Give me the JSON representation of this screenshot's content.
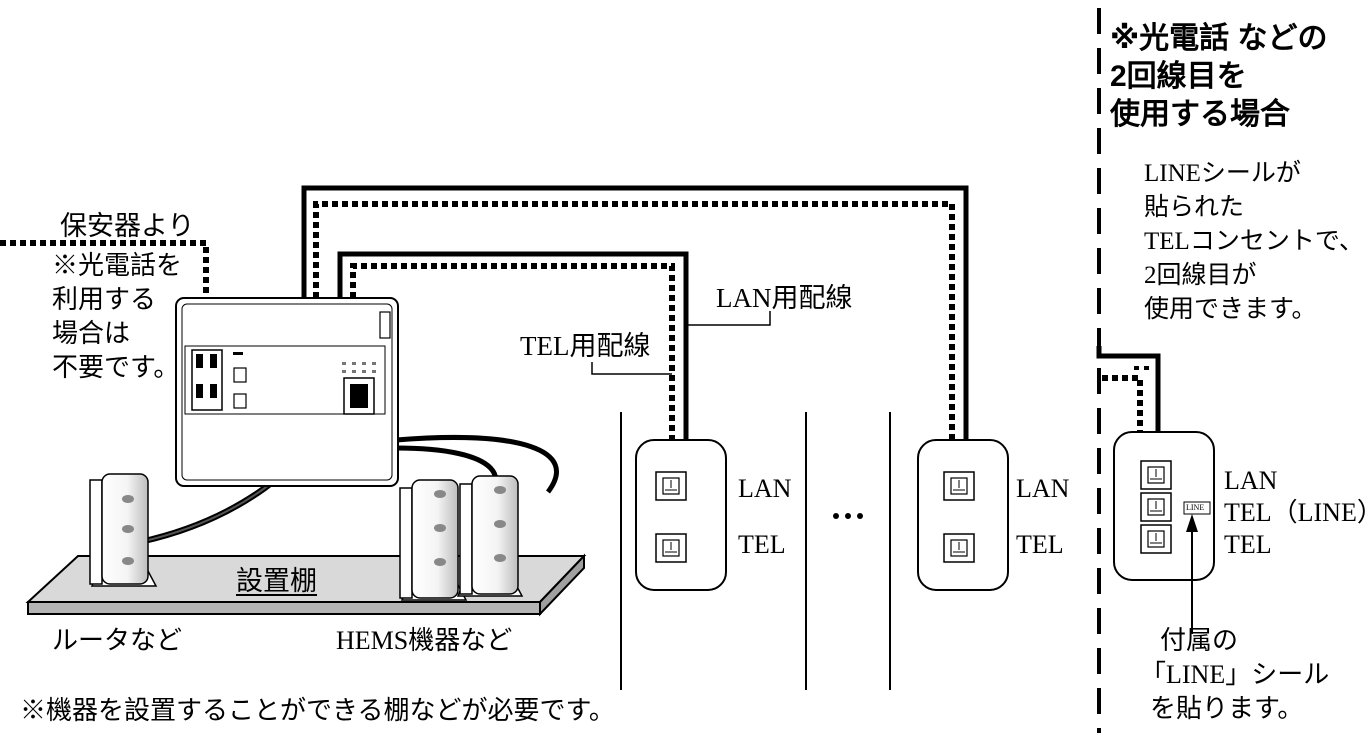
{
  "labels": {
    "from_protector": "保安器より",
    "note_hikari_lines": [
      "※光電話を",
      "利用する",
      "場合は",
      "不要です。"
    ],
    "lan_wiring": "LAN用配線",
    "tel_wiring": "TEL用配線",
    "lan": "LAN",
    "tel": "TEL",
    "tel_line": "TEL（LINE）",
    "line_sticker": "LINE",
    "shelf": "設置棚",
    "router": "ルータなど",
    "hems": "HEMS機器など",
    "shelf_note": "※機器を設置することができる棚などが必要です。",
    "heading_lines": [
      "※光電話 などの",
      "2回線目を",
      "使用する場合"
    ],
    "sticker_note_lines": [
      "LINEシールが",
      "貼られた",
      "TELコンセントで、",
      "2回線目が",
      "使用できます。"
    ],
    "attach_note_lines": [
      "付属の",
      "「LINE」シール",
      "を貼ります。"
    ]
  }
}
